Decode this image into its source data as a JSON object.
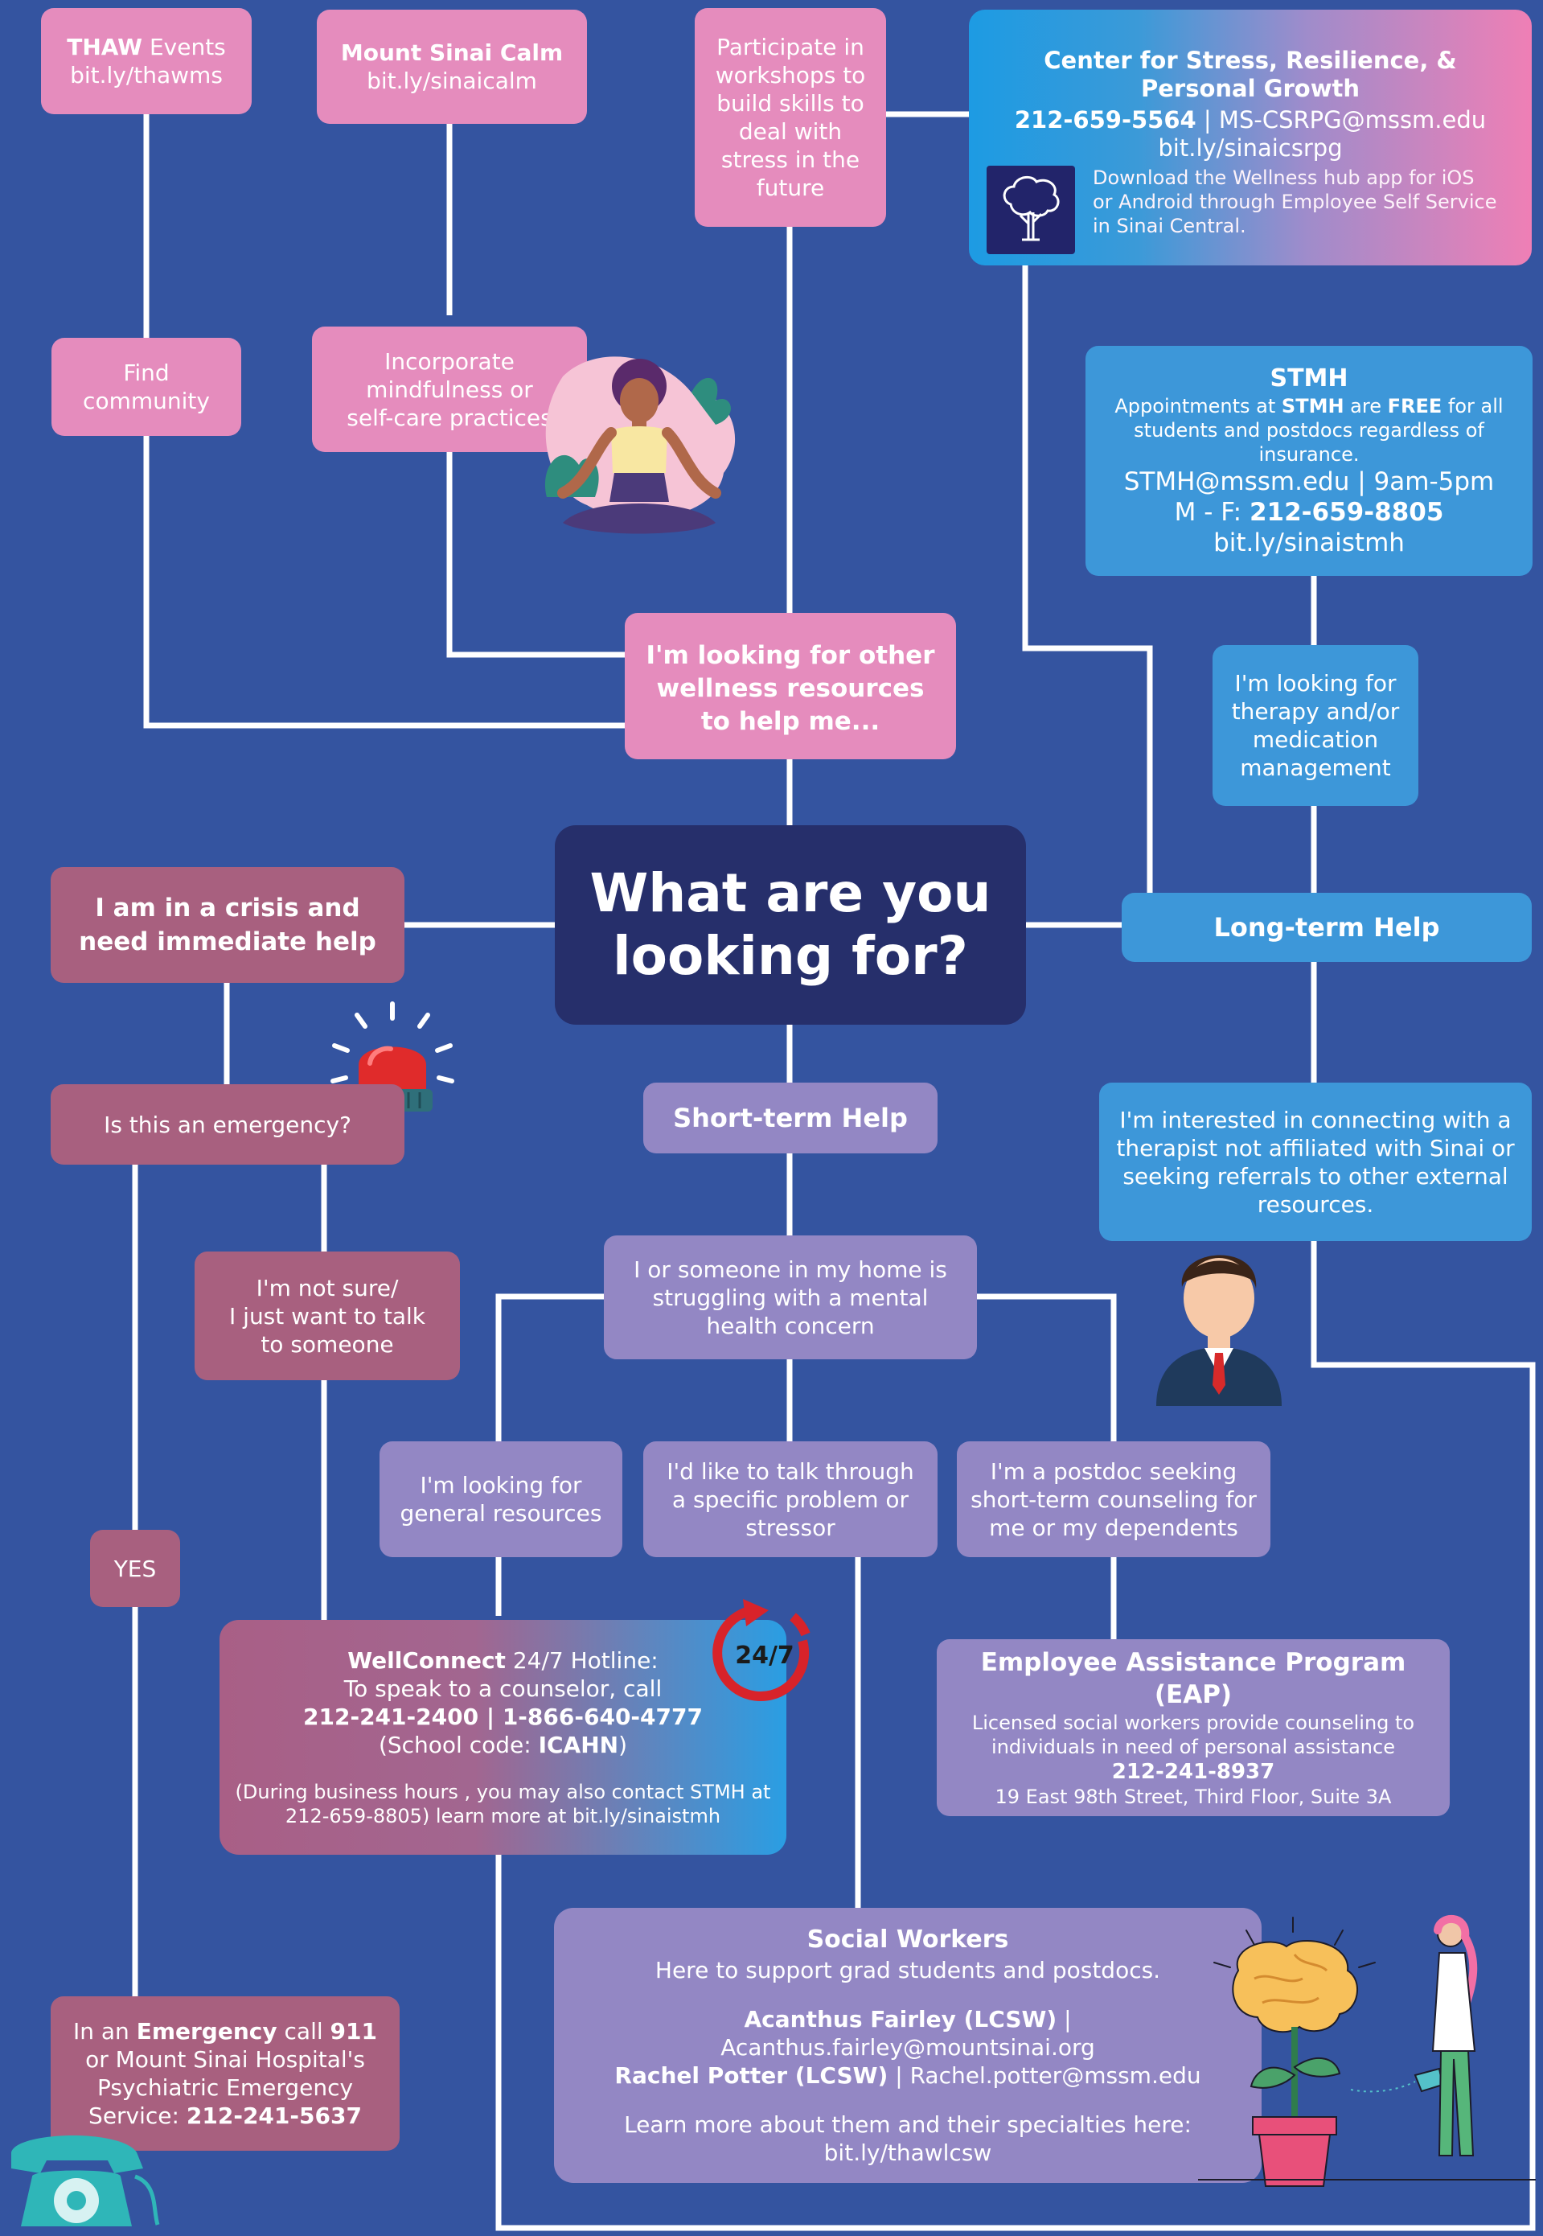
{
  "center": {
    "line1": "What are you",
    "line2": "looking for?"
  },
  "wellness": {
    "prompt": {
      "line1": "I'm looking for other",
      "line2": "wellness resources",
      "line3": "to help me..."
    },
    "thaw": {
      "bold": "THAW",
      "rest": " Events",
      "link": "bit.ly/thawms"
    },
    "calm": {
      "title": "Mount Sinai Calm",
      "link": "bit.ly/sinaicalm"
    },
    "workshops": {
      "line1": "Participate in",
      "line2": "workshops to",
      "line3": "build skills to",
      "line4": "deal with",
      "line5": "stress in the",
      "line6": "future"
    },
    "community": {
      "line1": "Find",
      "line2": "community"
    },
    "mindfulness": {
      "line1": "Incorporate",
      "line2": "mindfulness or",
      "line3": "self-care practices"
    },
    "csrpg": {
      "title1": "Center for Stress, Resilience, &",
      "title2": "Personal Growth",
      "phone": "212-659-5564",
      "sep": " | ",
      "email": "MS-CSRPG@mssm.edu",
      "link": "bit.ly/sinaicsrpg",
      "app1": "Download the Wellness hub app for iOS",
      "app2": "or Android through Employee Self Service",
      "app3": "in Sinai Central."
    }
  },
  "crisis": {
    "title": {
      "line1": "I am in a crisis and",
      "line2": "need immediate help"
    },
    "emergency_q": "Is this an emergency?",
    "not_sure": {
      "line1": "I'm not sure/",
      "line2": "I just want to talk",
      "line3": "to someone"
    },
    "yes": "YES",
    "wellconnect": {
      "bold": "WellConnect",
      "rest": " 24/7 Hotline:",
      "line2": "To speak to a counselor, call",
      "phone1": "212-241-2400",
      "sep": " | ",
      "phone2": "1-866-640-4777",
      "code_pre": "(School code: ",
      "code": "ICAHN",
      "code_post": ")",
      "note1": "(During business hours , you may also contact STMH at",
      "note2": "212-659-8805) learn more at bit.ly/sinaistmh",
      "badge": "24/7"
    },
    "emergency": {
      "pre": "In an ",
      "bold": "Emergency",
      "mid": " call ",
      "num": "911",
      "line2": "or Mount Sinai Hospital's",
      "line3": "Psychiatric Emergency",
      "line4_pre": "Service: ",
      "line4_num": "212-241-5637"
    }
  },
  "short_term": {
    "title": "Short-term Help",
    "struggling": {
      "line1": "I or someone in my home is",
      "line2": "struggling with a mental",
      "line3": "health concern"
    },
    "general": {
      "line1": "I'm looking for",
      "line2": "general resources"
    },
    "talk": {
      "line1": "I'd like to talk through",
      "line2": "a specific problem or",
      "line3": "stressor"
    },
    "postdoc": {
      "line1": "I'm a postdoc seeking",
      "line2": "short-term counseling for",
      "line3": "me or my dependents"
    },
    "eap": {
      "title": "Employee Assistance Program (EAP)",
      "line1": "Licensed social workers provide counseling to",
      "line2": "individuals in need of personal assistance",
      "phone": "212-241-8937",
      "address": "19 East 98th Street, Third Floor, Suite 3A"
    },
    "social_workers": {
      "title": "Social Workers",
      "subtitle": "Here to support grad students and postdocs.",
      "person1_name": "Acanthus Fairley (LCSW)",
      "person1_email": "Acanthus.fairley@mountsinai.org",
      "person2_name": "Rachel Potter (LCSW)",
      "person2_email": "Rachel.potter@mssm.edu",
      "sep": " | ",
      "more": "Learn more about them and their specialties here:",
      "link": "bit.ly/thawlcsw"
    }
  },
  "long_term": {
    "title": "Long-term Help",
    "therapy": {
      "line1": "I'm looking for",
      "line2": "therapy and/or",
      "line3": "medication",
      "line4": "management"
    },
    "stmh": {
      "title": "STMH",
      "l1a": "Appointments at ",
      "l1b": "STMH",
      "l1c": " are ",
      "l1d": "FREE",
      "l1e": " for all",
      "line2": "students and postdocs regardless of",
      "line3": "insurance.",
      "email_hours": "STMH@mssm.edu | 9am-5pm",
      "days": "M - F: ",
      "phone": "212-659-8805",
      "link": "bit.ly/sinaistmh"
    },
    "external": {
      "line1": "I'm interested in connecting with a",
      "line2": "therapist not affiliated with Sinai or",
      "line3": "seeking referrals to other external",
      "line4": "resources."
    }
  },
  "colors": {
    "background": "#3454a0",
    "pink": "#e58cbd",
    "mauve": "#a8607f",
    "lavender": "#9387c4",
    "blue": "#3d97d9",
    "navy": "#262f6b"
  }
}
